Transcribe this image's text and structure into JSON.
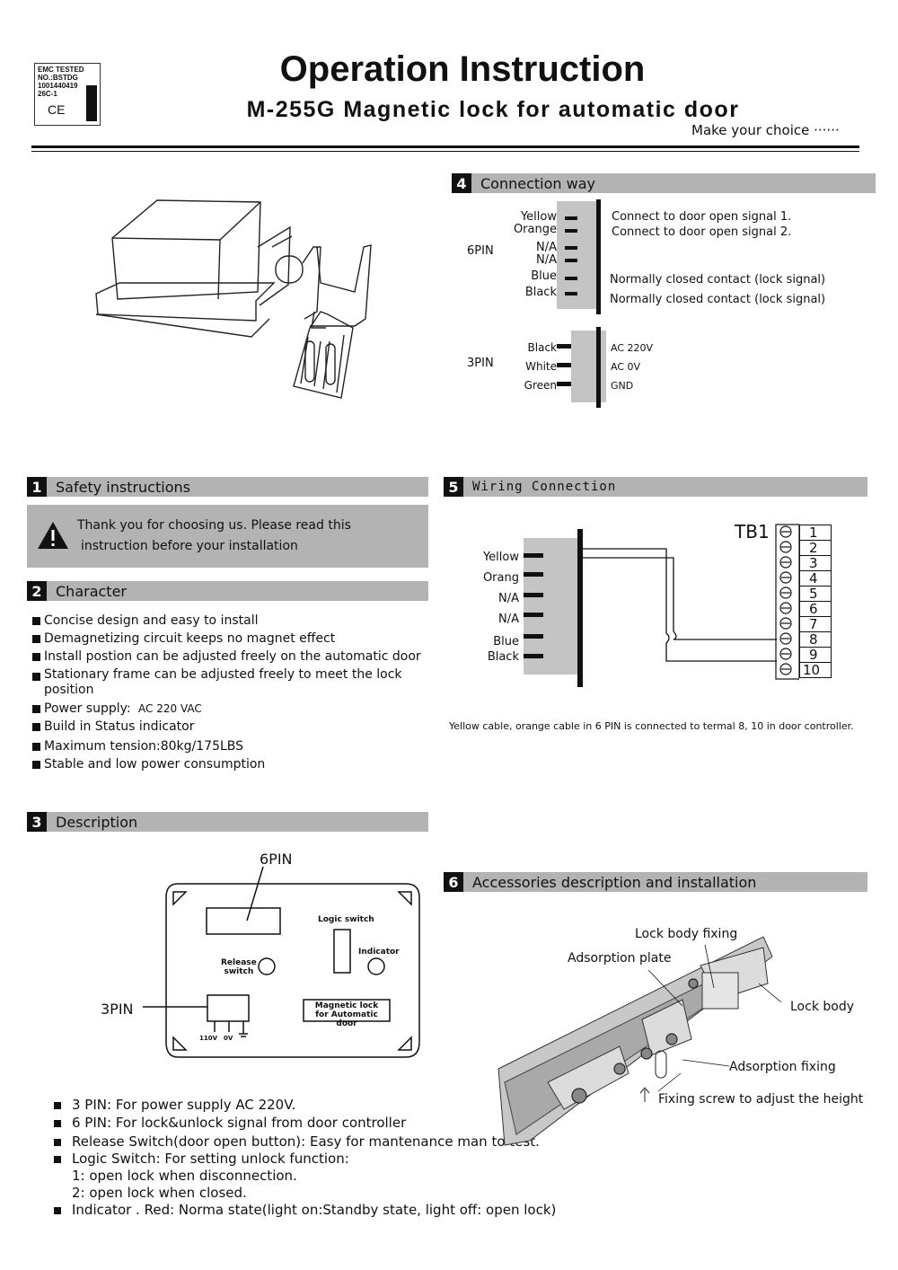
{
  "header": {
    "emc_badge": {
      "line1": "EMC TESTED",
      "line2": "NO.:BSTDG",
      "line3": "1001440419",
      "line4": "26C-1",
      "mark": "CE"
    },
    "title": "Operation Instruction",
    "subtitle": "M-255G Magnetic lock for automatic door",
    "tagline": "Make  your choice ······"
  },
  "sections": {
    "s1": {
      "num": "1",
      "label": "Safety instructions",
      "warning_line1": "Thank you for choosing us. Please read this",
      "warning_line2": "instruction before your installation",
      "icon": "warning-triangle-icon"
    },
    "s2": {
      "num": "2",
      "label": "Character",
      "items": [
        "Concise design and easy to install",
        "Demagnetizing circuit keeps no magnet effect",
        "Install postion can be adjusted freely on the automatic door",
        "Stationary frame can be adjusted freely to meet the lock position",
        "Power supply:",
        "Build in Status indicator",
        "Maximum tension:80kg/175LBS",
        "Stable and low power consumption"
      ],
      "power_value": "AC 220 VAC"
    },
    "s3": {
      "num": "3",
      "label": "Description",
      "board": {
        "pin6": "6PIN",
        "pin3": "3PIN",
        "logic_switch": "Logic switch",
        "indicator": "Indicator",
        "release_switch_1": "Release",
        "release_switch_2": "switch",
        "maglock_1": "Magnetic lock",
        "maglock_2": "for Automatic door",
        "v110": "110V",
        "v0": "0V"
      },
      "notes": [
        "3 PIN: For power supply AC 220V.",
        "6 PIN: For lock&unlock signal from door controller",
        "Release Switch(door open button): Easy for mantenance man to test.",
        "Logic Switch: For setting unlock function:",
        "1:  open lock when disconnection.",
        "2: open lock when closed.",
        "Indicator  . Red: Norma state(light on:Standby state, light off: open lock)"
      ]
    },
    "s4": {
      "num": "4",
      "label": "Connection way",
      "pin6_label": "6PIN",
      "pin3_label": "3PIN",
      "wires6": [
        "Yellow",
        "Orange",
        "N/A",
        "N/A",
        "Blue",
        "Black"
      ],
      "desc6": [
        "Connect to door open signal 1.",
        "Connect to door open signal 2.",
        "Normally closed contact (lock signal)",
        "Normally closed contact (lock signal)"
      ],
      "wires3": [
        "Black",
        "White",
        "Green"
      ],
      "desc3": [
        "AC 220V",
        "AC 0V",
        "GND"
      ]
    },
    "s5": {
      "num": "5",
      "label": "Wiring Connection",
      "wires": [
        "Yellow",
        "Orang",
        "N/A",
        "N/A",
        "Blue",
        "Black"
      ],
      "tb_label": "TB1",
      "terminals": [
        "1",
        "2",
        "3",
        "4",
        "5",
        "6",
        "7",
        "8",
        "9",
        "10"
      ],
      "note": "Yellow cable, orange cable in 6 PIN is connected to termal 8, 10 in door controller."
    },
    "s6": {
      "num": "6",
      "label": "Accessories description and installation",
      "callouts": [
        "Lock body fixing",
        "Adsorption plate",
        "Lock body",
        "Adsorption fixing",
        "Fixing screw to adjust the height"
      ]
    }
  }
}
